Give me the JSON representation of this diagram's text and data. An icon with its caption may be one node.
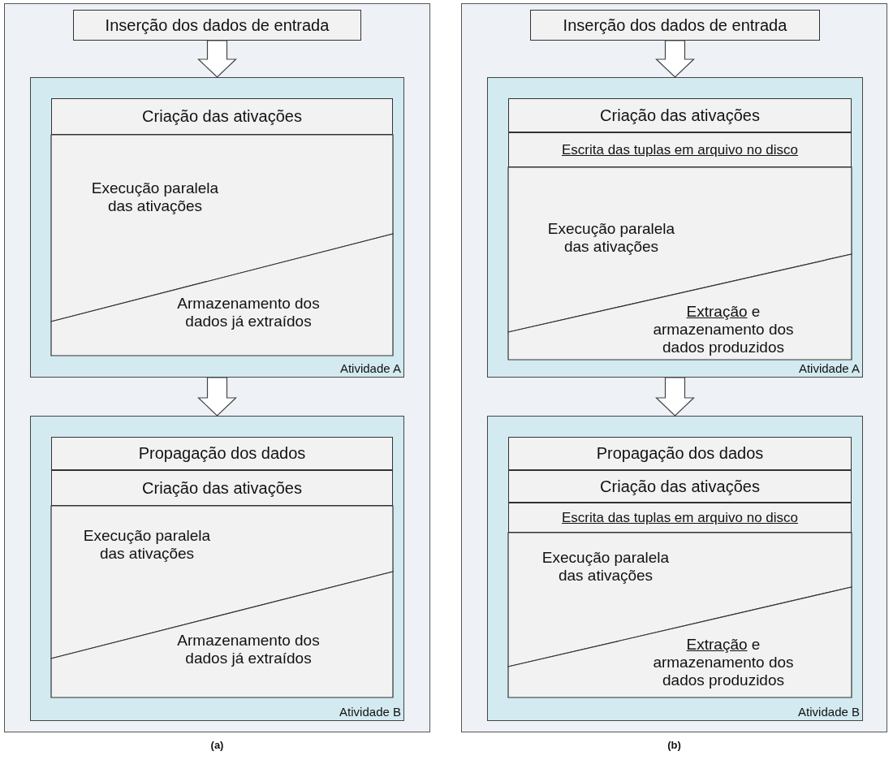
{
  "diagram": {
    "nodes": [
      {
        "text": [
          "(a)"
        ]
      },
      {
        "text": [
          "Inserção dos dados de entrada"
        ],
        "in": 0
      },
      {
        "text": [
          "Atividade A"
        ],
        "in": 0
      },
      {
        "text": [
          "Criação das ativações"
        ],
        "in": 2
      },
      {
        "text": [
          "Execução paralela das ativações"
        ],
        "in": 2
      },
      {
        "text": [
          "Armazenamento dos dados já extraídos"
        ],
        "in": 2
      },
      {
        "text": [
          "Atividade B"
        ],
        "in": 0
      },
      {
        "text": [
          "Propagação dos dados"
        ],
        "in": 6
      },
      {
        "text": [
          "Criação das ativações"
        ],
        "in": 6
      },
      {
        "text": [
          "Execução paralela das ativações"
        ],
        "in": 6
      },
      {
        "text": [
          "Armazenamento dos dados já extraídos"
        ],
        "in": 6
      },
      {
        "text": [
          "(b)"
        ]
      },
      {
        "text": [
          "Inserção dos dados de entrada"
        ],
        "in": 11
      },
      {
        "text": [
          "Atividade A"
        ],
        "in": 11
      },
      {
        "text": [
          "Criação das ativações"
        ],
        "in": 13
      },
      {
        "text": [
          "Escrita das tuplas em arquivo no disco"
        ],
        "in": 13
      },
      {
        "text": [
          "Execução paralela das ativações"
        ],
        "in": 13
      },
      {
        "text": [
          "Extração e armazenamento dos dados produzidos"
        ],
        "in": 13
      },
      {
        "text": [
          "Atividade B"
        ],
        "in": 11
      },
      {
        "text": [
          "Propagação dos dados"
        ],
        "in": 18
      },
      {
        "text": [
          "Criação das ativações"
        ],
        "in": 18
      },
      {
        "text": [
          "Escrita das tuplas em arquivo no disco"
        ],
        "in": 18
      },
      {
        "text": [
          "Execução paralela das ativações"
        ],
        "in": 18
      },
      {
        "text": [
          "Extração e armazenamento dos dados produzidos"
        ],
        "in": 18
      }
    ],
    "edges": [
      {
        "from": 1,
        "to": 2,
        "arrow": "to"
      },
      {
        "from": 2,
        "to": 6,
        "arrow": "to"
      },
      {
        "from": 12,
        "to": 13,
        "arrow": "to"
      },
      {
        "from": 13,
        "to": 18,
        "arrow": "to"
      }
    ]
  }
}
